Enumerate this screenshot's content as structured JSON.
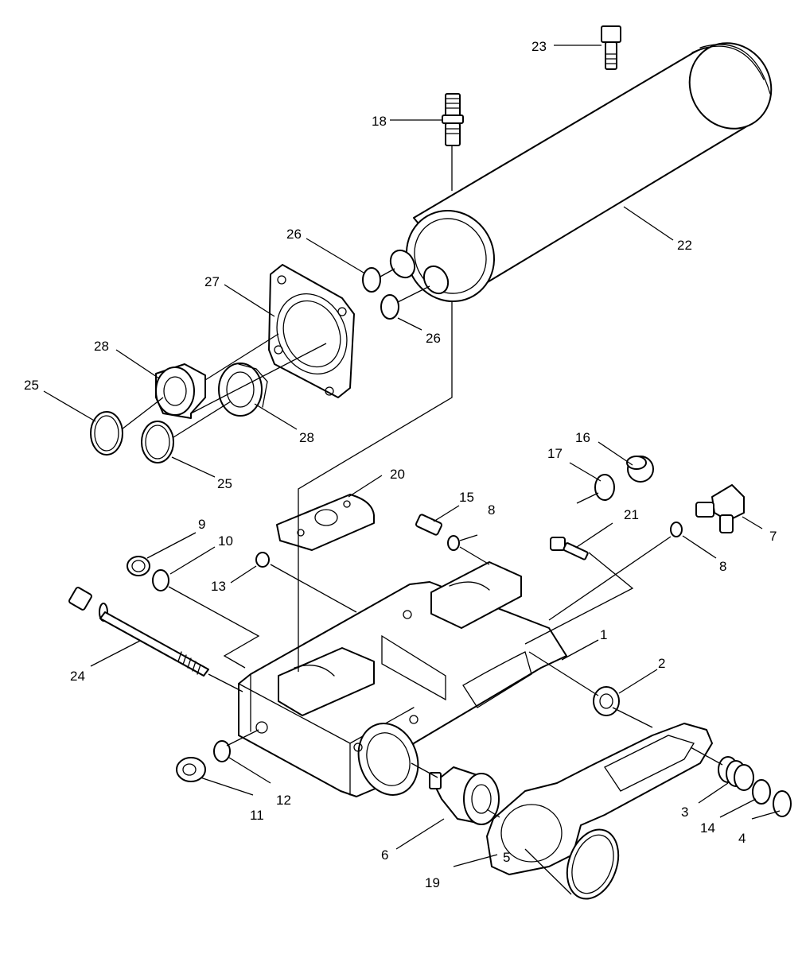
{
  "callouts": [
    "1",
    "2",
    "3",
    "4",
    "5",
    "6",
    "7",
    "8",
    "8",
    "9",
    "10",
    "11",
    "12",
    "13",
    "14",
    "15",
    "16",
    "17",
    "18",
    "19",
    "20",
    "21",
    "22",
    "23",
    "24",
    "25",
    "25",
    "26",
    "26",
    "27",
    "28",
    "28"
  ],
  "colors": {
    "line": "#000000",
    "background": "#ffffff"
  }
}
